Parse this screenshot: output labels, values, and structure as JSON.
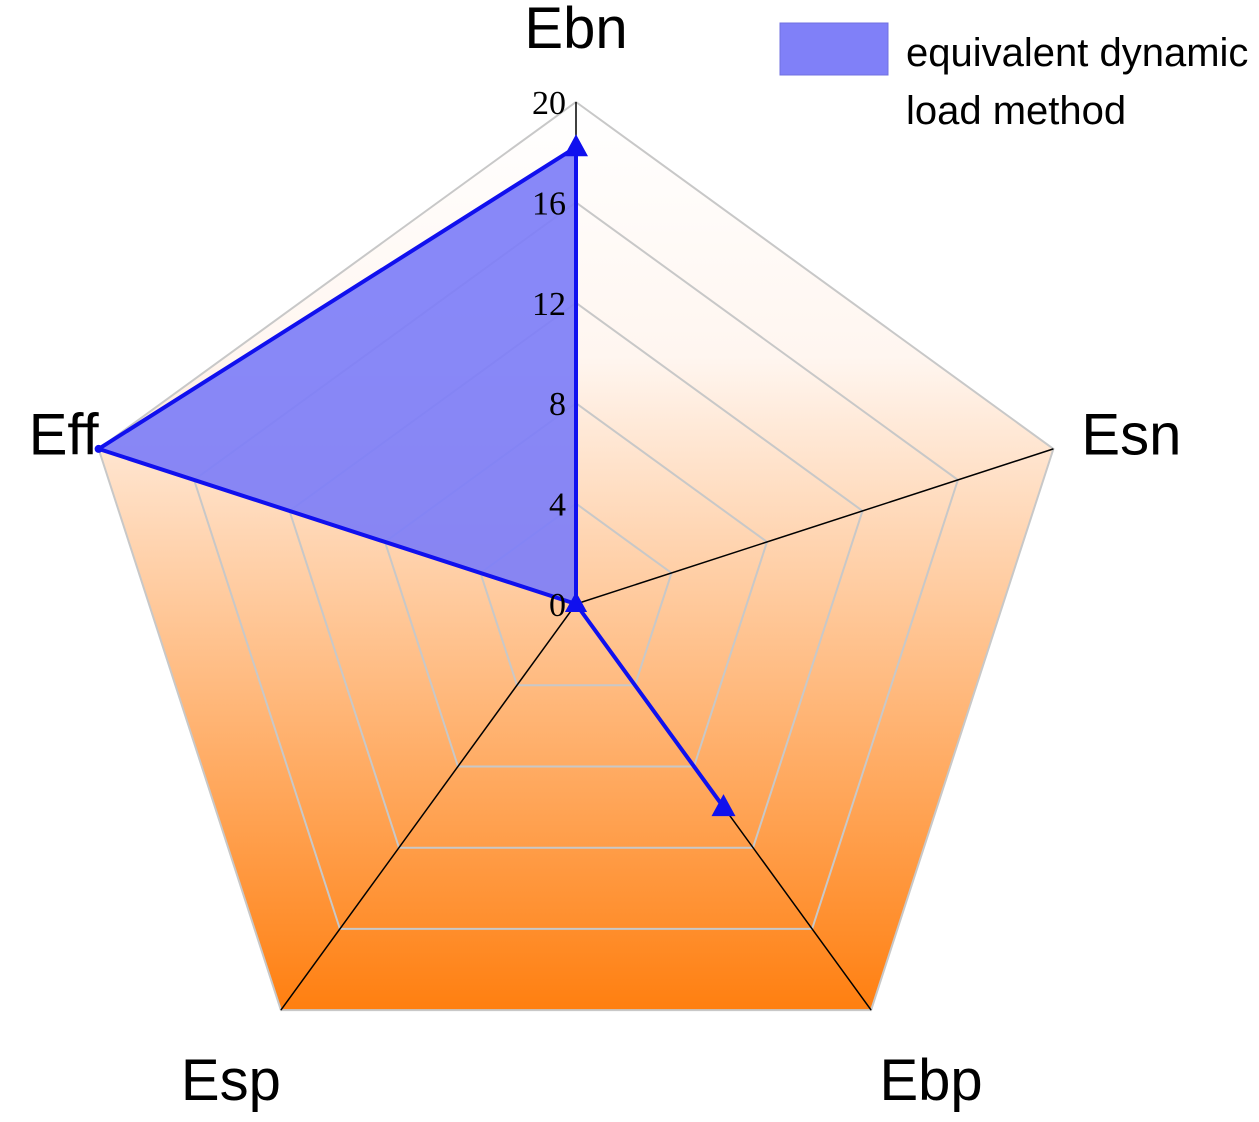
{
  "chart_data": {
    "type": "radar",
    "axes": [
      "Ebn",
      "Esn",
      "Ebp",
      "Esp",
      "Eff"
    ],
    "range": [
      0,
      20
    ],
    "ticks": [
      "0",
      "4",
      "8",
      "12",
      "16",
      "20"
    ],
    "series": [
      {
        "name": "equivalent dynamic load method",
        "values": [
          18.2,
          0,
          10,
          0,
          20
        ],
        "color": "#1010ee",
        "fill": "#7f7ff8"
      }
    ],
    "grid": true,
    "background_gradient": [
      "#ffffff",
      "#ff7f10"
    ],
    "legend": {
      "position": "top-right",
      "lines": [
        "equivalent dynamic",
        "load method"
      ]
    }
  }
}
